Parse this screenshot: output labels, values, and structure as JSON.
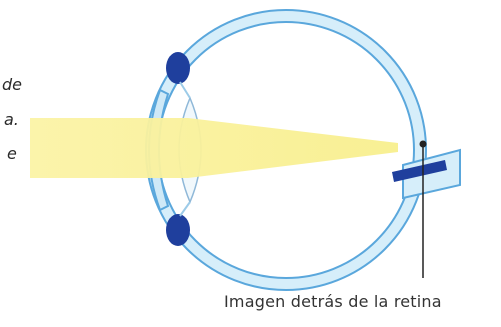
{
  "left_text_fragments": [
    "de",
    "a.",
    "e"
  ],
  "caption": "Imagen detrás de la retina",
  "colors": {
    "eye_outer": "#bfe3f5",
    "eye_blue": "#5aa7dc",
    "eye_dark": "#1f3f9d",
    "light": "#f8ef8e",
    "line": "#222222"
  }
}
